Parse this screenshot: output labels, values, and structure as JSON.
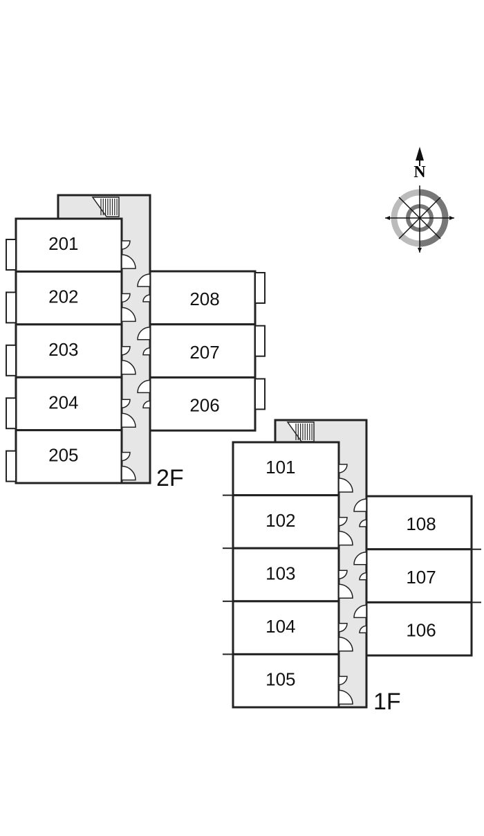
{
  "floors": [
    {
      "label": "2F",
      "left_units": [
        "201",
        "202",
        "203",
        "204",
        "205"
      ],
      "right_units": [
        "208",
        "207",
        "206"
      ]
    },
    {
      "label": "1F",
      "left_units": [
        "101",
        "102",
        "103",
        "104",
        "105"
      ],
      "right_units": [
        "108",
        "107",
        "106"
      ]
    }
  ],
  "compass": {
    "north_label": "N"
  },
  "colors": {
    "corridor": "#e6e6e6",
    "line": "#222222"
  }
}
